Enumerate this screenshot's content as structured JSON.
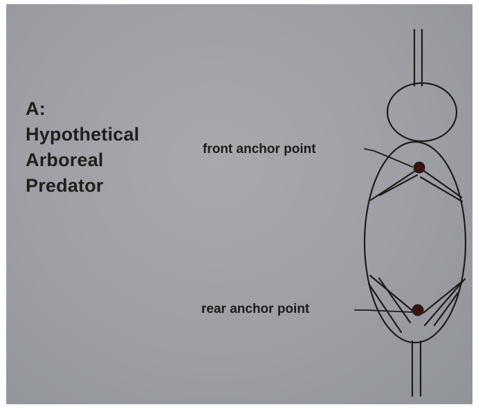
{
  "diagram": {
    "title_lines": [
      "A:",
      "Hypothetical",
      "Arboreal",
      "Predator"
    ],
    "labels": {
      "front": "front anchor point",
      "rear": "rear anchor point"
    },
    "colors": {
      "background": "#a3a5aa",
      "ink": "#1c1c1c",
      "anchor": "#3a1410"
    }
  }
}
